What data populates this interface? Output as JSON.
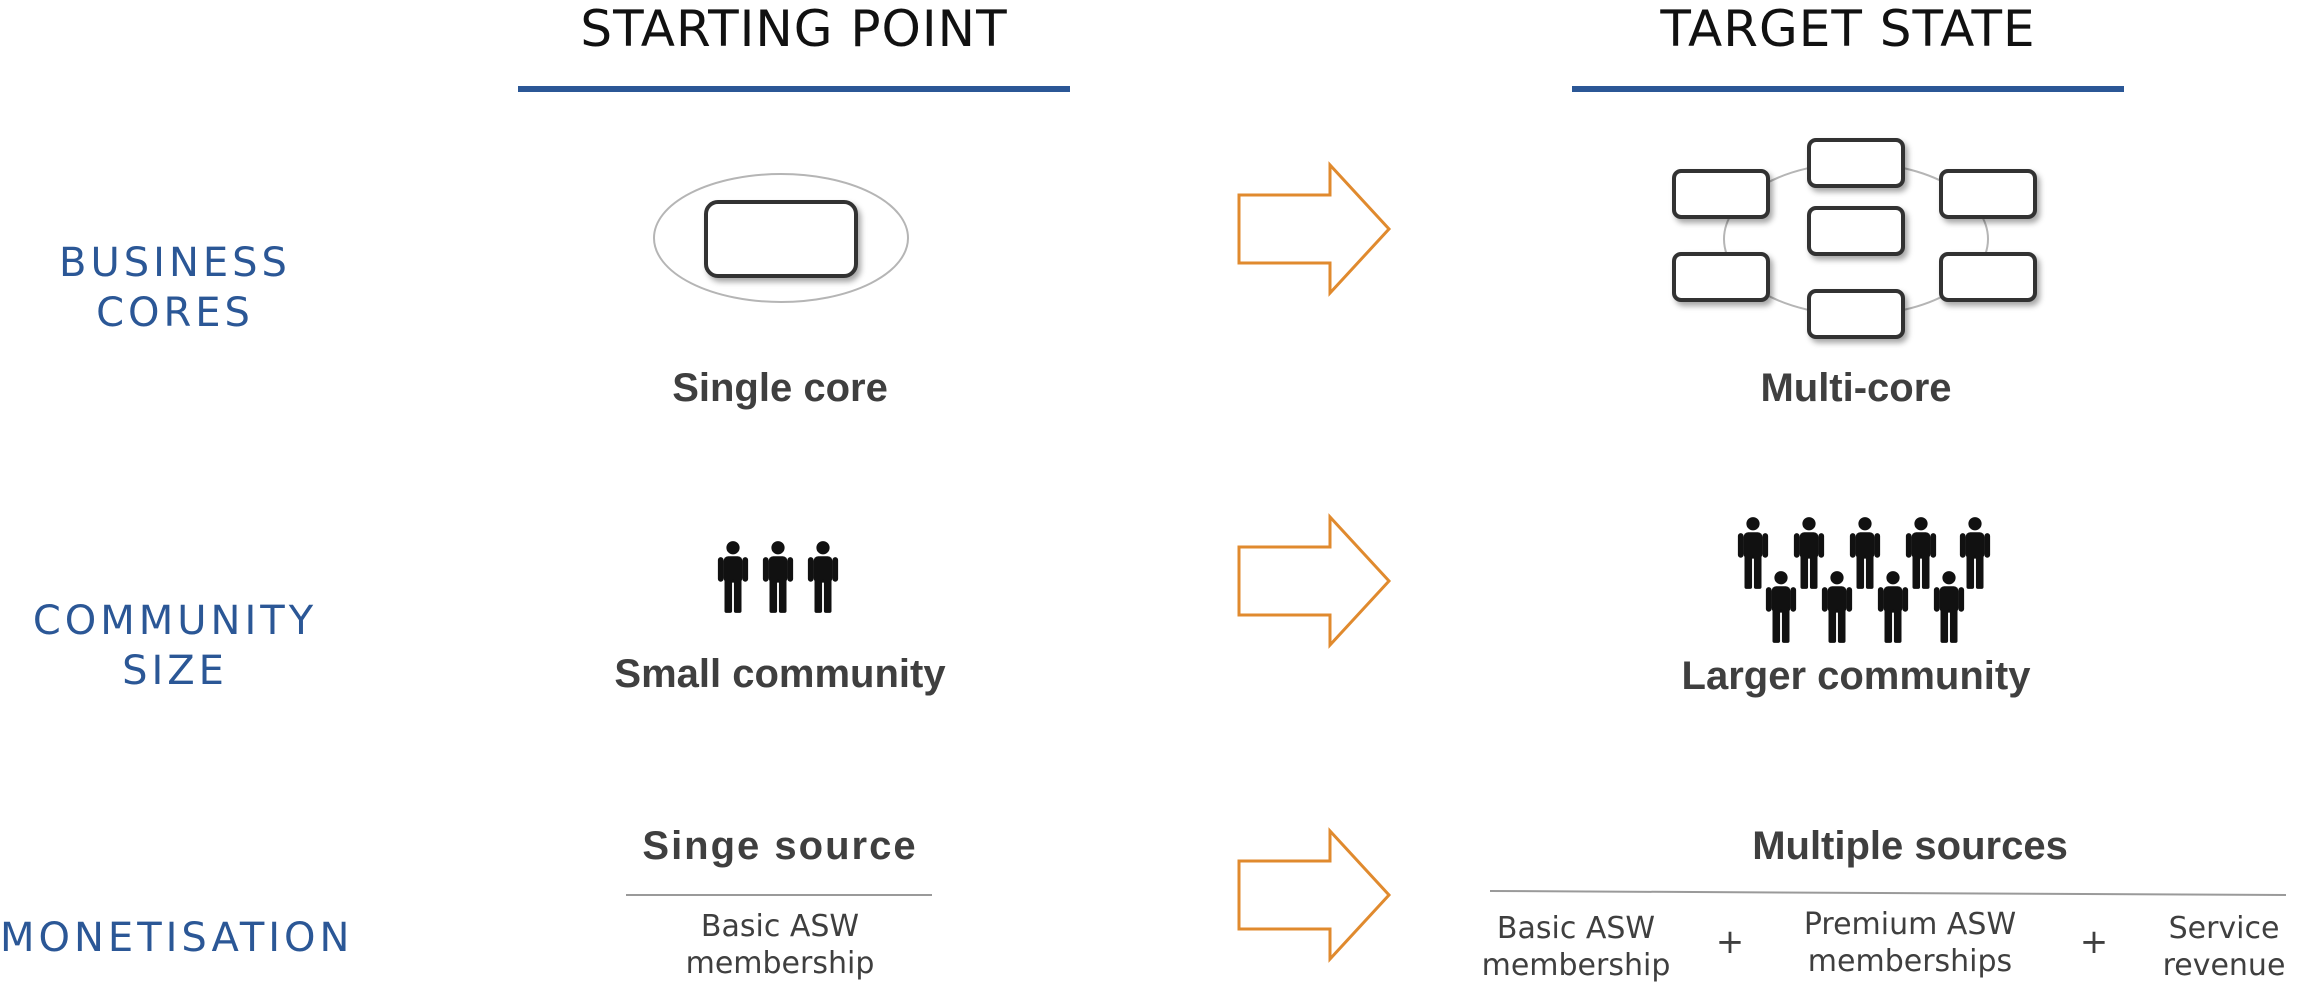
{
  "columns": {
    "start": "STARTING POINT",
    "target": "TARGET STATE"
  },
  "rows": {
    "business": {
      "label": [
        "BUSINESS",
        "CORES"
      ],
      "start_caption": "Single core",
      "target_caption": "Multi-core"
    },
    "community": {
      "label": [
        "COMMUNITY",
        "SIZE"
      ],
      "start_caption": "Small community",
      "target_caption": "Larger community"
    },
    "monetisation": {
      "label": [
        "MONETISATION"
      ],
      "start_caption": "Singe source",
      "start_items": [
        [
          "Basic ASW",
          "membership"
        ]
      ],
      "target_caption": "Multiple sources",
      "target_items": [
        [
          "Basic ASW",
          "membership"
        ],
        [
          "Premium ASW",
          "memberships"
        ],
        [
          "Service",
          "revenue"
        ]
      ],
      "plus": "+"
    }
  },
  "colors": {
    "accent_blue": "#2b5796",
    "arrow_orange": "#e08a2e",
    "text_dark": "#3f3f3f"
  },
  "icons": {
    "arrow": "right-arrow-outline-icon",
    "person": "person-icon",
    "core": "rounded-rectangle-box"
  }
}
